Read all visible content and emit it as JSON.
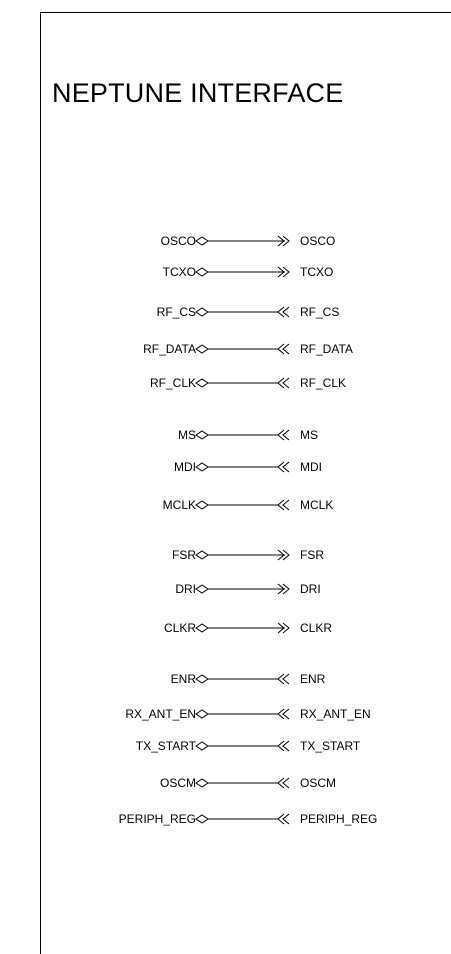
{
  "title": "NEPTUNE INTERFACE",
  "signals": [
    {
      "left": "OSCO",
      "right": "OSCO",
      "dir": "out"
    },
    {
      "left": "TCXO",
      "right": "TCXO",
      "dir": "out"
    },
    {
      "left": "RF_CS",
      "right": "RF_CS",
      "dir": "in"
    },
    {
      "left": "RF_DATA",
      "right": "RF_DATA",
      "dir": "in"
    },
    {
      "left": "RF_CLK",
      "right": "RF_CLK",
      "dir": "in"
    },
    {
      "left": "MS",
      "right": "MS",
      "dir": "in"
    },
    {
      "left": "MDI",
      "right": "MDI",
      "dir": "in"
    },
    {
      "left": "MCLK",
      "right": "MCLK",
      "dir": "in"
    },
    {
      "left": "FSR",
      "right": "FSR",
      "dir": "out"
    },
    {
      "left": "DRI",
      "right": "DRI",
      "dir": "out"
    },
    {
      "left": "CLKR",
      "right": "CLKR",
      "dir": "out"
    },
    {
      "left": "ENR",
      "right": "ENR",
      "dir": "in"
    },
    {
      "left": "RX_ANT_EN",
      "right": "RX_ANT_EN",
      "dir": "in"
    },
    {
      "left": "TX_START",
      "right": "TX_START",
      "dir": "in"
    },
    {
      "left": "OSCM",
      "right": "OSCM",
      "dir": "in"
    },
    {
      "left": "PERIPH_REG",
      "right": "PERIPH_REG",
      "dir": "in"
    }
  ]
}
